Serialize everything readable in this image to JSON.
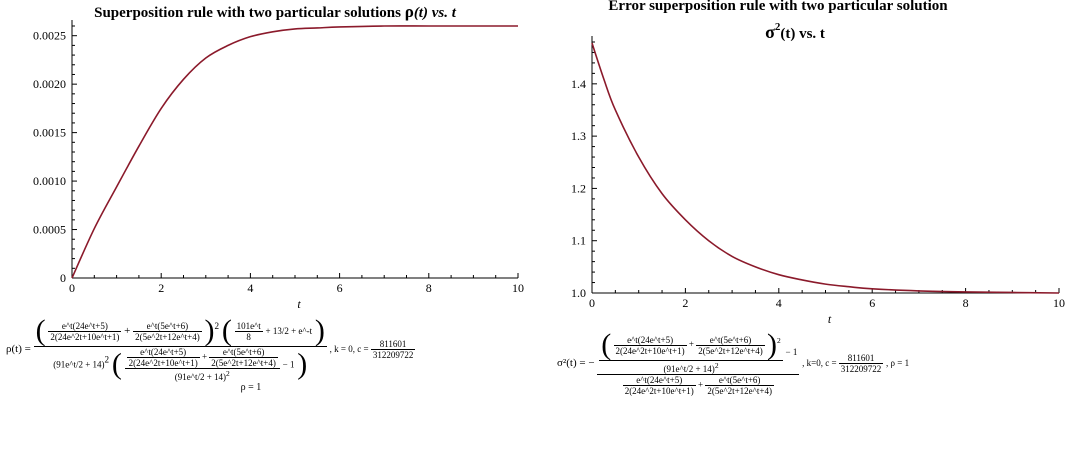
{
  "chart_data": [
    {
      "type": "line",
      "title_prefix": "Superposition rule with two particular solutions ",
      "title_symbol": "ρ",
      "title_suffix": "(t) vs. t",
      "xlabel": "t",
      "ylabel": "",
      "xlim": [
        0,
        10
      ],
      "ylim": [
        0,
        0.0026
      ],
      "xticks": [
        "0",
        "2",
        "4",
        "6",
        "8",
        "10"
      ],
      "yticks": [
        "0",
        "0.0005",
        "0.0010",
        "0.0015",
        "0.0020",
        "0.0025"
      ],
      "grid": false,
      "series": [
        {
          "color": "#8b1a2b",
          "x": [
            0,
            0.5,
            1,
            1.5,
            2,
            2.5,
            3,
            3.5,
            4,
            4.5,
            5,
            5.5,
            6,
            7,
            8,
            9,
            10
          ],
          "y": [
            0,
            0.00051,
            0.00094,
            0.00136,
            0.00175,
            0.00205,
            0.00227,
            0.0024,
            0.00249,
            0.00254,
            0.00257,
            0.00258,
            0.00259,
            0.0026,
            0.0026,
            0.0026,
            0.0026
          ]
        }
      ],
      "formula": {
        "lhs": "ρ(t) =",
        "t1_num": "e^t(24e^t+5)",
        "t1_den": "2(24e^2t+10e^t+1)",
        "t2_num": "e^t(5e^t+6)",
        "t2_den": "2(5e^2t+12e^t+4)",
        "plus": "+",
        "sq": "2",
        "f_num": "101e^t",
        "f_den": "8",
        "f_tail": "+ 13/2 + e^-t",
        "den_factor": "(91e^t/2 + 14)",
        "minus_one": "− 1",
        "params": ", k = 0, c = ",
        "c_num": "811601",
        "c_den": "312209722",
        "rho_line": "ρ = 1"
      }
    },
    {
      "type": "line",
      "title_line1": "Error superposition rule with two particular solution",
      "title_symbol": "σ",
      "title_sup": "2",
      "title_suffix": "(t) vs. t",
      "xlabel": "t",
      "ylabel": "",
      "xlim": [
        0,
        10
      ],
      "ylim": [
        1.0,
        1.48
      ],
      "xticks": [
        "0",
        "2",
        "4",
        "6",
        "8",
        "10"
      ],
      "yticks": [
        "1.0",
        "1.1",
        "1.2",
        "1.3",
        "1.4"
      ],
      "grid": false,
      "series": [
        {
          "color": "#8b1a2b",
          "x": [
            0,
            0.25,
            0.5,
            1,
            1.5,
            2,
            2.5,
            3,
            3.5,
            4,
            4.5,
            5,
            5.5,
            6,
            7,
            8,
            9,
            10
          ],
          "y": [
            1.478,
            1.41,
            1.35,
            1.26,
            1.19,
            1.14,
            1.1,
            1.07,
            1.05,
            1.035,
            1.025,
            1.017,
            1.012,
            1.008,
            1.004,
            1.002,
            1.001,
            1.0
          ]
        }
      ],
      "formula": {
        "lhs": "σ²(t) = −",
        "t1_num": "e^t(24e^t+5)",
        "t1_den": "2(24e^2t+10e^t+1)",
        "t2_num": "e^t(5e^t+6)",
        "t2_den": "2(5e^2t+12e^t+4)",
        "plus": "+",
        "sq": "2",
        "den_factor": "(91e^t/2 + 14)",
        "minus_one": "− 1",
        "params": ", k=0, c = ",
        "c_num": "811601",
        "c_den": "312209722",
        "rho_tail": ", ρ = 1"
      }
    }
  ]
}
